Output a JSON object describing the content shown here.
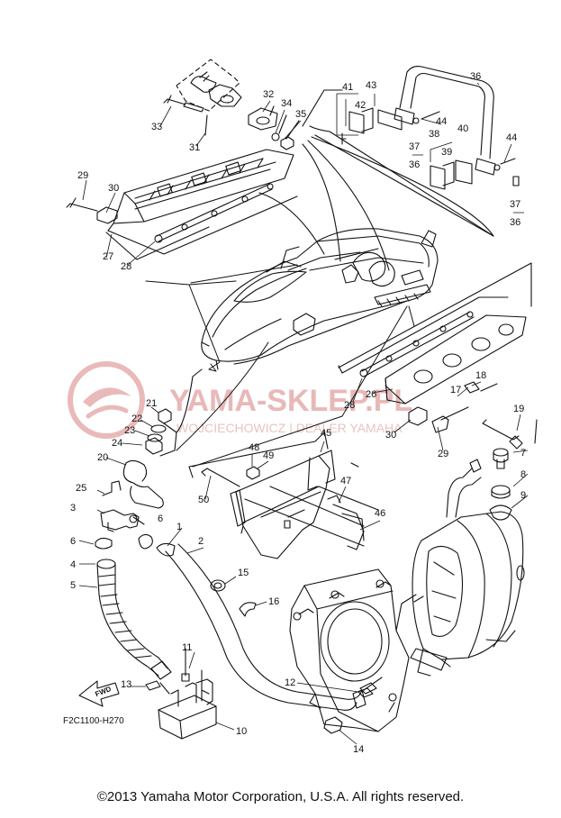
{
  "watermark": {
    "brand": "YAMA-SKLEP.PL",
    "dealer": "WOJCIECHOWICZ | DEALER YAMAHA",
    "color": "#e3a8a8"
  },
  "diagram_code": "F2C1100-H270",
  "fwd_label": "FWD",
  "copyright": "©2013 Yamaha Motor Corporation, U.S.A. All rights reserved.",
  "part_labels": {
    "p1": "1",
    "p2": "2",
    "p3": "3",
    "p4": "4",
    "p5": "5",
    "p6a": "6",
    "p6b": "6",
    "p7": "7",
    "p8": "8",
    "p9": "9",
    "p10": "10",
    "p11": "11",
    "p12": "12",
    "p13": "13",
    "p14": "14",
    "p15": "15",
    "p16": "16",
    "p17": "17",
    "p18": "18",
    "p19": "19",
    "p20": "20",
    "p21": "21",
    "p22": "22",
    "p23": "23",
    "p24": "24",
    "p25": "25",
    "p26": "26",
    "p27": "27",
    "p28a": "28",
    "p28b": "28",
    "p29a": "29",
    "p29b": "29",
    "p30a": "30",
    "p30b": "30",
    "p31": "31",
    "p32": "32",
    "p33": "33",
    "p34": "34",
    "p35": "35",
    "p36a": "36",
    "p36b": "36",
    "p36c": "36",
    "p37a": "37",
    "p37b": "37",
    "p38": "38",
    "p39": "39",
    "p40": "40",
    "p41": "41",
    "p42": "42",
    "p43": "43",
    "p44a": "44",
    "p44b": "44",
    "p45": "45",
    "p46": "46",
    "p47": "47",
    "p48": "48",
    "p49": "49",
    "p50": "50"
  }
}
